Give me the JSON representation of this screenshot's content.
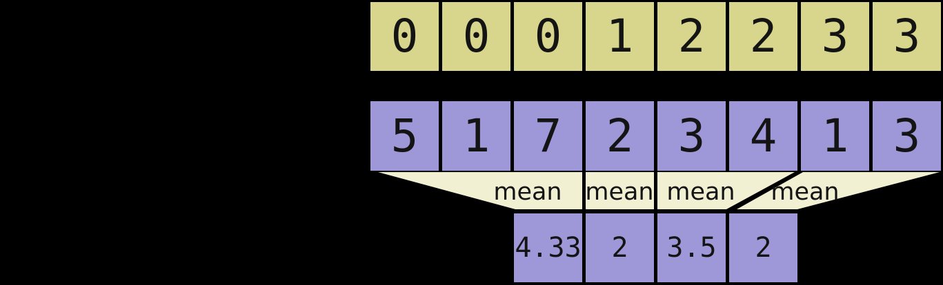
{
  "colors": {
    "bg": "#000000",
    "id-cell": "#d7d68c",
    "data-cell": "#9e97d8",
    "funnel": "#f1f0d2",
    "ink": "#141414"
  },
  "ids_row": {
    "values": [
      "0",
      "0",
      "0",
      "1",
      "2",
      "2",
      "3",
      "3"
    ]
  },
  "data_row": {
    "values": [
      "5",
      "1",
      "7",
      "2",
      "3",
      "4",
      "1",
      "3"
    ]
  },
  "mean_ops": {
    "labels": [
      "mean",
      "mean",
      "mean",
      "mean"
    ]
  },
  "result_row": {
    "values": [
      "4.33",
      "2",
      "3.5",
      "2"
    ]
  }
}
